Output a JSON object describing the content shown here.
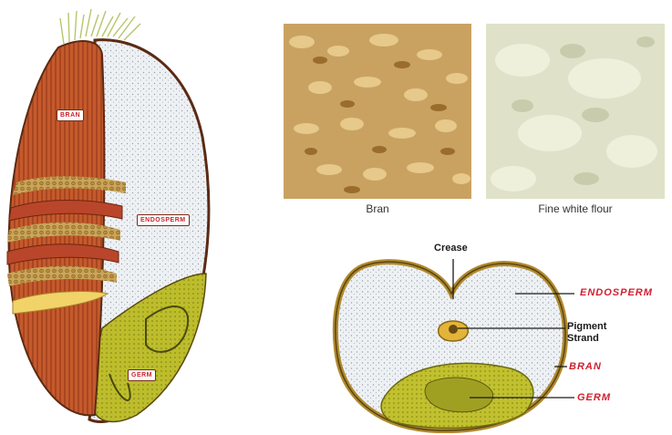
{
  "kernel_labels": {
    "bran": "BRAN",
    "endosperm": "ENDOSPERM",
    "germ": "GERM"
  },
  "photos": {
    "bran_caption": "Bran",
    "flour_caption": "Fine white flour"
  },
  "cross_section": {
    "crease": "Crease",
    "endosperm": "ENDOSPERM",
    "pigment_strand_line1": "Pigment",
    "pigment_strand_line2": "Strand",
    "bran": "BRAN",
    "germ": "GERM"
  },
  "colors": {
    "bran": "#c2562a",
    "endosperm": "#e6ebf0",
    "germ": "#b9b92a",
    "label_red": "#d0202e"
  }
}
